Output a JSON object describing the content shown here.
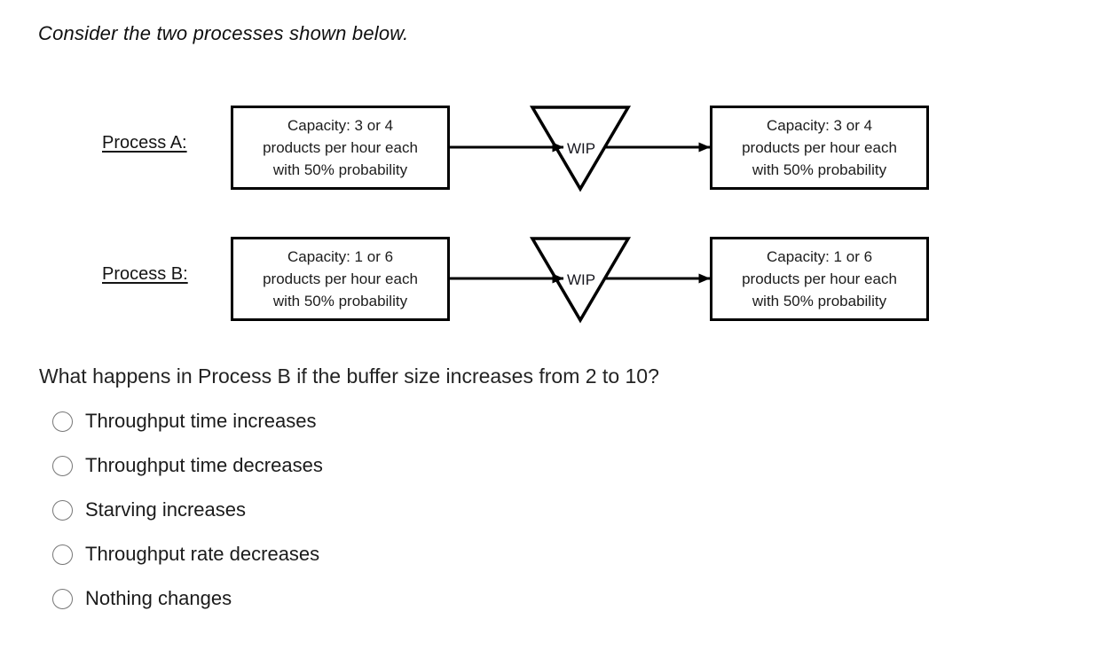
{
  "intro": {
    "text": "Consider the two processes shown below."
  },
  "diagram": {
    "wip_label": "WIP",
    "processes": [
      {
        "label": "Process A:",
        "left_box_lines": [
          "Capacity: 3 or 4",
          "products per hour each",
          "with 50% probability"
        ],
        "right_box_lines": [
          "Capacity: 3 or 4",
          "products per hour each",
          "with 50% probability"
        ]
      },
      {
        "label": "Process B:",
        "left_box_lines": [
          "Capacity: 1 or 6",
          "products per hour each",
          "with 50% probability"
        ],
        "right_box_lines": [
          "Capacity: 1 or 6",
          "products per hour each",
          "with 50% probability"
        ]
      }
    ]
  },
  "question": {
    "text": "What happens in Process B if the buffer size increases from 2 to 10?"
  },
  "options": [
    {
      "label": "Throughput time increases",
      "selected": false
    },
    {
      "label": "Throughput time decreases",
      "selected": false
    },
    {
      "label": "Starving increases",
      "selected": false
    },
    {
      "label": "Throughput rate decreases",
      "selected": false
    },
    {
      "label": "Nothing changes",
      "selected": false
    }
  ],
  "colors": {
    "diagram_stroke": "#000000",
    "radio_border": "#777777",
    "text": "#1b1b1b"
  }
}
